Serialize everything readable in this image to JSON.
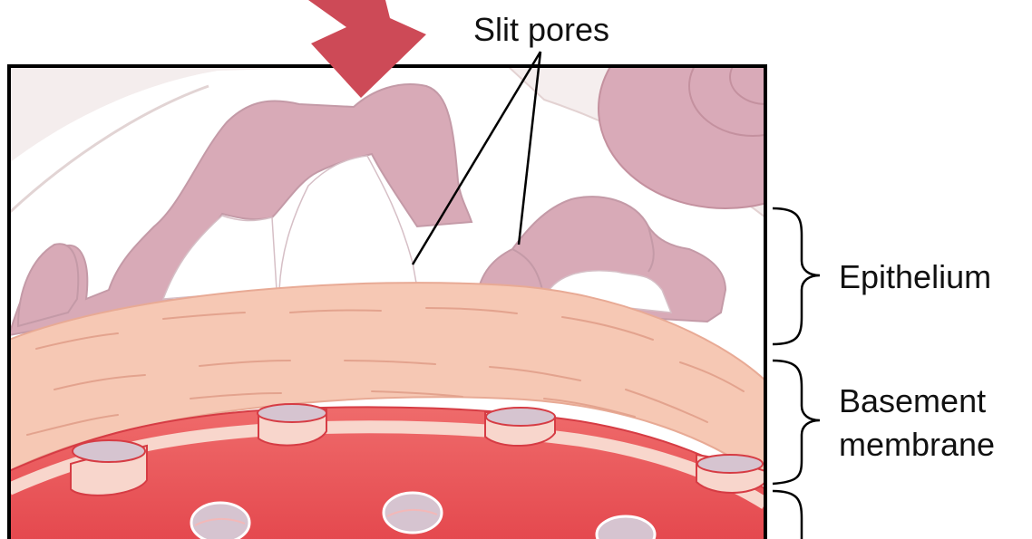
{
  "labels": {
    "slit_pores": "Slit pores",
    "epithelium": "Epithelium",
    "basement_line1": "Basement",
    "basement_line2": "membrane"
  },
  "colors": {
    "podocyte": "#d8aab7",
    "podocyte_outline": "#c49aa7",
    "background_cell": "#f5efef",
    "basement_membrane": "#f5c8b5",
    "endothelium": "#e8585a",
    "endothelium_light": "#f8d6cc",
    "fenestra": "#d6c4d0",
    "arrow": "#cd4a57"
  }
}
